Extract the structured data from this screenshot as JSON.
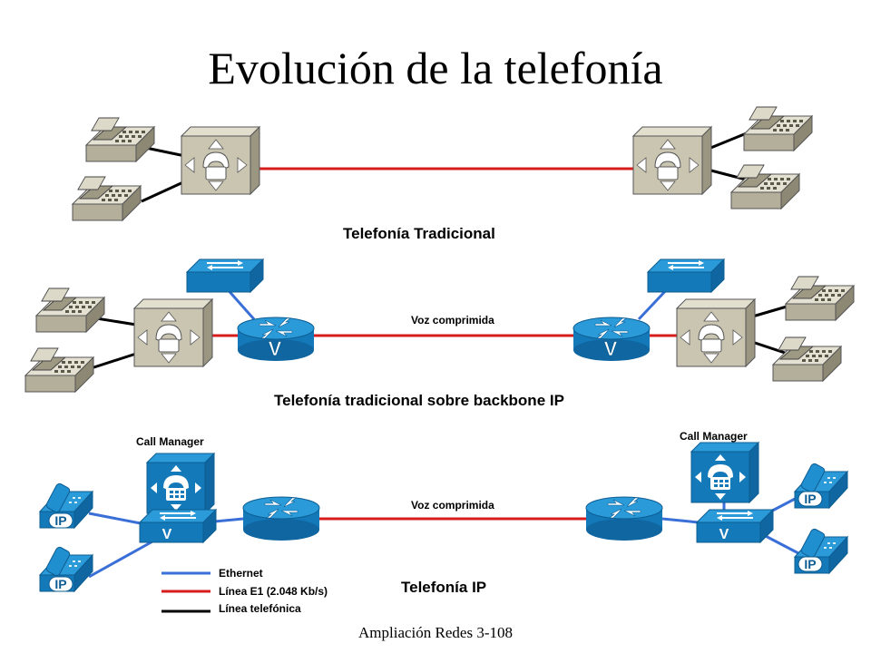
{
  "title": "Evolución de la telefonía",
  "sections": {
    "traditional": "Telefonía Tradicional",
    "backbone": "Telefonía tradicional sobre backbone IP",
    "ip": "Telefonía IP"
  },
  "labels": {
    "compressed_voice_1": "Voz comprimida",
    "compressed_voice_2": "Voz comprimida",
    "call_manager_left": "Call Manager",
    "call_manager_right": "Call Manager",
    "router_mark": "V",
    "switch_mark": "V",
    "ip_badge": "IP"
  },
  "legend": [
    {
      "label": "Ethernet",
      "color": "#3a6fd8"
    },
    {
      "label": "Línea E1 (2.048 Kb/s)",
      "color": "#d61c1c"
    },
    {
      "label": "Línea telefónica",
      "color": "#000000"
    }
  ],
  "footer": "Ampliación Redes 3-108",
  "colors": {
    "ethernet": "#3a6fd8",
    "e1": "#d61c1c",
    "phone_line": "#000000",
    "pbx": "#c9c5b1",
    "cisco_blue": "#1688c8"
  },
  "icons": [
    "desk-phone-icon",
    "pbx-icon",
    "router-icon",
    "switch-icon",
    "call-manager-icon",
    "ip-phone-icon"
  ]
}
